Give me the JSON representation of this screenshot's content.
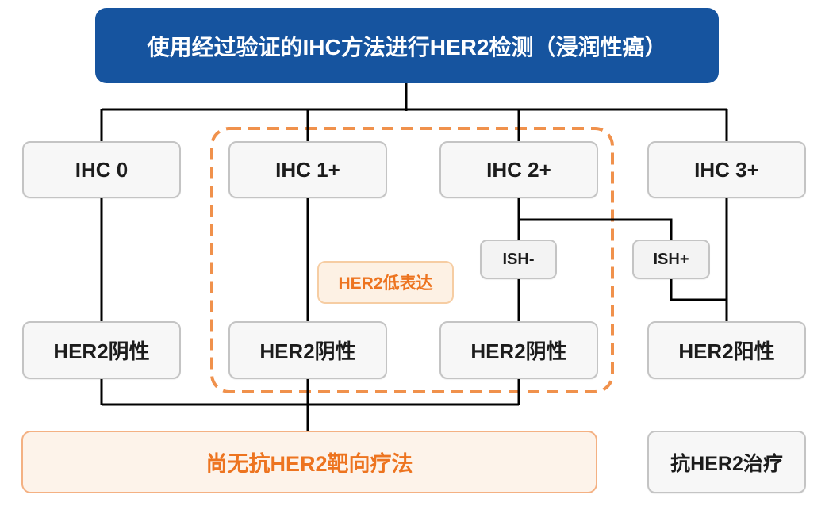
{
  "diagram": {
    "title": "使用经过验证的IHC方法进行HER2检测（浸润性癌）",
    "ihc_levels": [
      {
        "label": "IHC 0"
      },
      {
        "label": "IHC 1+"
      },
      {
        "label": "IHC 2+"
      },
      {
        "label": "IHC 3+"
      }
    ],
    "ish_results": [
      {
        "label": "ISH-"
      },
      {
        "label": "ISH+"
      }
    ],
    "her2_low_tag": "HER2低表达",
    "status_boxes": [
      {
        "label": "HER2阴性"
      },
      {
        "label": "HER2阴性"
      },
      {
        "label": "HER2阴性"
      },
      {
        "label": "HER2阳性"
      }
    ],
    "therapy_boxes": {
      "no_targeted_therapy": "尚无抗HER2靶向疗法",
      "anti_her2_therapy": "抗HER2治疗"
    }
  },
  "colors": {
    "title_bg": "#16549F",
    "title_text": "#FFFFFF",
    "node_bg": "#F7F7F7",
    "node_border": "#C4C4C4",
    "node_text": "#1C1C1C",
    "connector": "#000000",
    "her2_low_outline": "#F0914C",
    "her2_low_tag_bg": "#FDF1E4",
    "her2_low_tag_border": "#F6CDA3",
    "orange_text": "#ED7420",
    "no_therapy_bg": "#FDF3EA",
    "no_therapy_border": "#F4B183"
  }
}
